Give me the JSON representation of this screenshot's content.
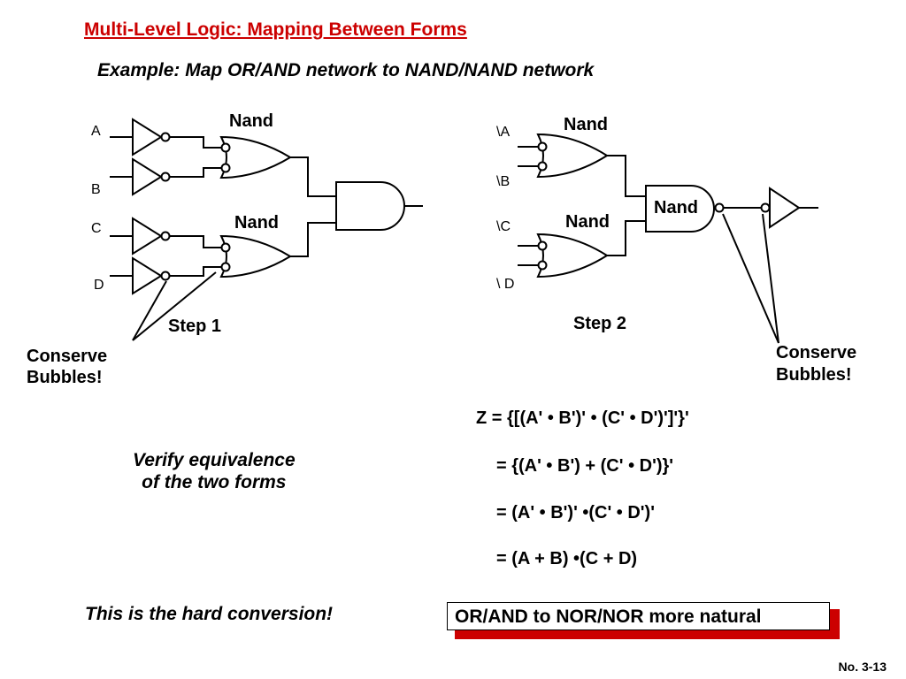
{
  "title": "Multi-Level Logic: Mapping Between Forms",
  "subtitle": "Example: Map OR/AND network to NAND/NAND network",
  "step1": {
    "inputs": [
      "A",
      "B",
      "C",
      "D"
    ],
    "gate_top": "Nand",
    "gate_bottom": "Nand",
    "step_label": "Step 1",
    "note_line1": "Conserve",
    "note_line2": "Bubbles!"
  },
  "step2": {
    "inputs": [
      "\\A",
      "\\B",
      "\\C",
      "\\ D"
    ],
    "gate_top": "Nand",
    "gate_bottom": "Nand",
    "gate_out": "Nand",
    "step_label": "Step 2",
    "note_line1": "Conserve",
    "note_line2": "Bubbles!"
  },
  "equations": [
    "Z = {[(A' • B')' • (C' • D')']'}'",
    "= {(A' • B') + (C' • D')}'",
    "= (A' • B')' •(C' • D')'",
    "= (A + B) •(C + D)"
  ],
  "verify_line1": "Verify equivalence",
  "verify_line2": "of the two forms",
  "hard_note": "This is the hard conversion!",
  "natural_note": "OR/AND to NOR/NOR more natural",
  "page_number": "No. 3-13",
  "colors": {
    "title": "#cc0000",
    "shadow": "#cc0000",
    "ink": "#000000"
  }
}
